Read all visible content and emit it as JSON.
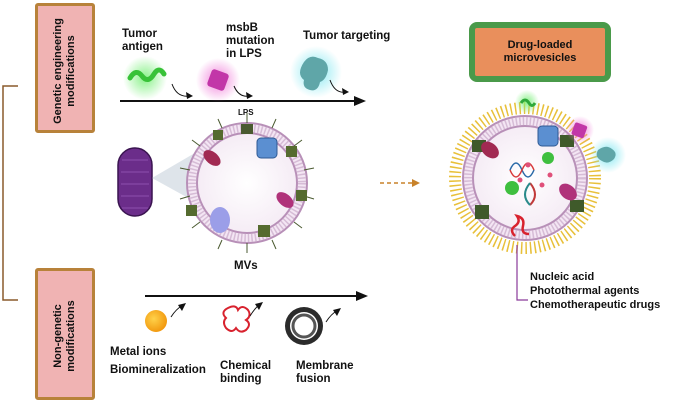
{
  "side_labels": {
    "genetic": "Genetic engineering modifications",
    "non_genetic": "Non-genetic modifications"
  },
  "genetic_items": {
    "tumor_antigen": "Tumor\nantigen",
    "msbb": "msbB\nmutation\nin LPS",
    "tumor_targeting": "Tumor targeting"
  },
  "lps_label": "LPS",
  "mvs_label": "MVs",
  "drug_box": "Drug-loaded\nmicrovesicles",
  "cargo": [
    "Nucleic acid",
    "Photothermal agents",
    "Chemotherapeutic drugs"
  ],
  "non_genetic_items": {
    "metal": "Metal ions",
    "biomin": "Biomineralization",
    "chemical": "Chemical\nbinding",
    "membrane": "Membrane\nfusion"
  },
  "colors": {
    "side_fill": "#f0b3b3",
    "side_border": "#b8823a",
    "drug_fill": "#e98f5c",
    "drug_border": "#4a9a4a",
    "membrane": "#b890b8",
    "bacterium": "#6b2d8a"
  }
}
